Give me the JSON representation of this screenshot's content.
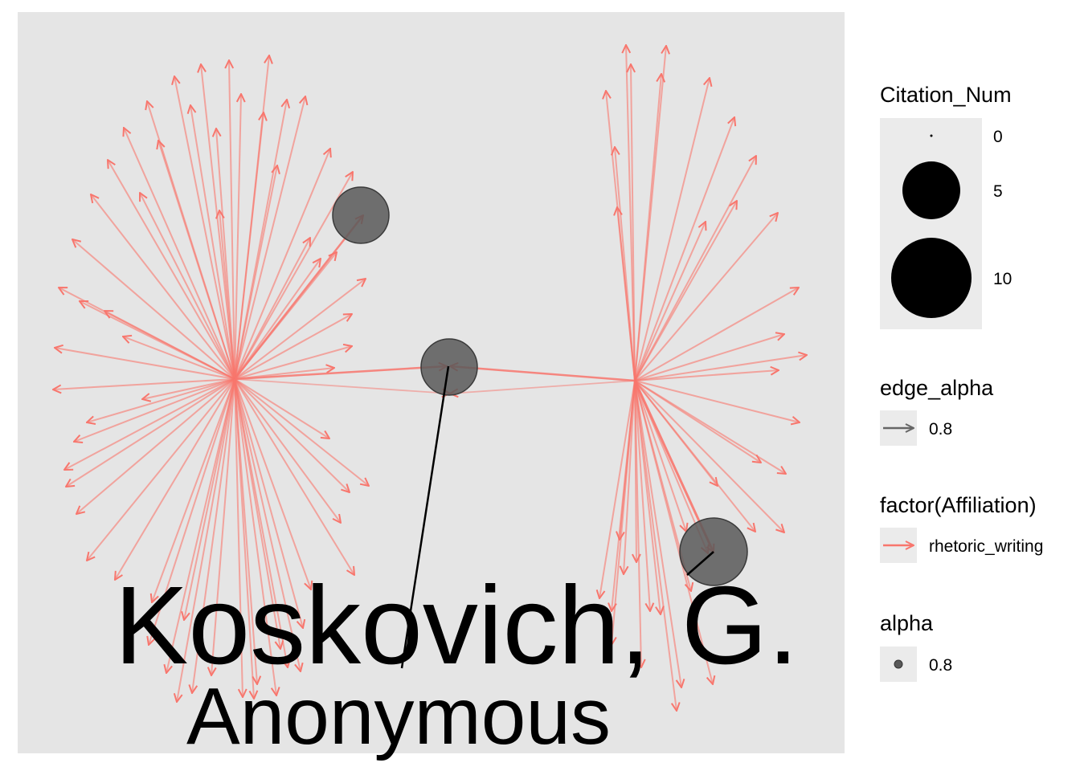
{
  "colors": {
    "panel_background": "#e5e5e5",
    "edge": "#f8766d",
    "node_fill": "#595959",
    "legend_key_background": "#ebebeb",
    "label_line": "#000000"
  },
  "labels": {
    "koskovich": "Koskovich, G.",
    "anonymous": "Anonymous"
  },
  "legend": {
    "citation": {
      "title": "Citation_Num",
      "values": [
        {
          "value": 0,
          "label": "0"
        },
        {
          "value": 5,
          "label": "5"
        },
        {
          "value": 10,
          "label": "10"
        }
      ]
    },
    "edge_alpha": {
      "title": "edge_alpha",
      "label": "0.8"
    },
    "affiliation": {
      "title": "factor(Affiliation)",
      "label": "rhetoric_writing"
    },
    "alpha": {
      "title": "alpha",
      "label": "0.8"
    }
  },
  "graph": {
    "hubs": [
      "Koskovich, G.",
      "Anonymous"
    ],
    "cited_nodes_with_citations": 3,
    "affiliation": "rhetoric_writing"
  }
}
